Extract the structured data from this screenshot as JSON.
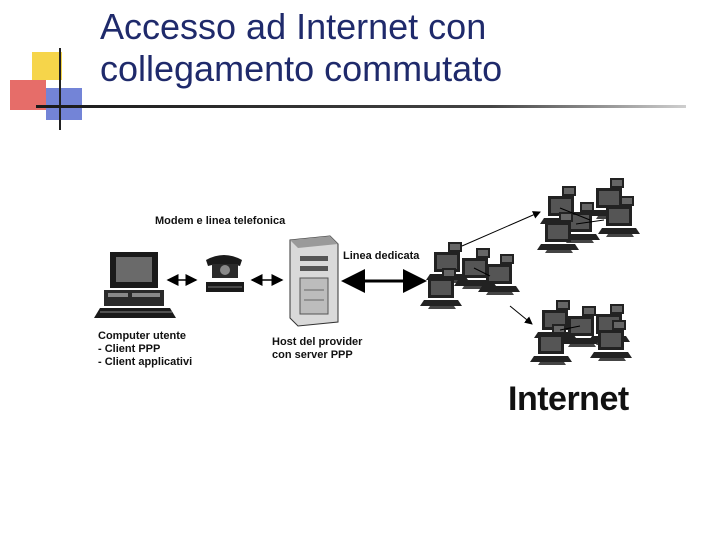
{
  "title": {
    "line1": "Accesso ad Internet con",
    "line2": "collegamento commutato"
  },
  "colors": {
    "title_text": "#1f2a6b",
    "logo_yellow": "#f6d54a",
    "logo_red": "#e2534f",
    "logo_blue": "#5a6fd0"
  },
  "diagram": {
    "modem_label": "Modem e linea telefonica",
    "dedicated_line_label": "Linea dedicata",
    "computer_label": {
      "line1": "Computer utente",
      "line2": "- Client PPP",
      "line3": "- Client applicativi"
    },
    "host_label": {
      "line1": "Host del provider",
      "line2": "con server PPP"
    },
    "internet_label": "Internet"
  }
}
